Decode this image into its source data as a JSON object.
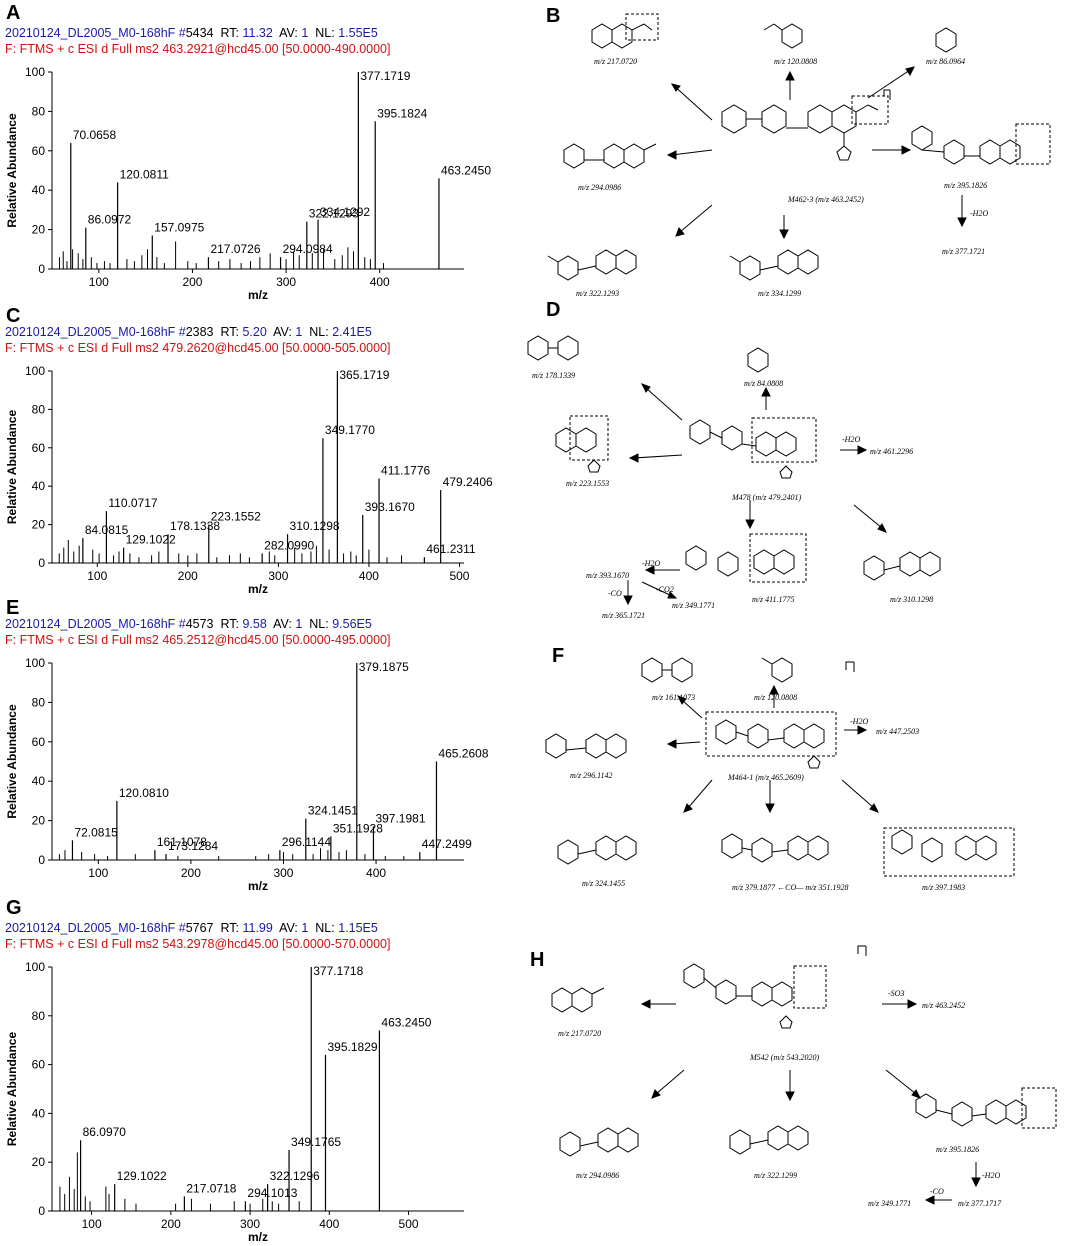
{
  "spectra": [
    {
      "letter": "A",
      "header_id": "20210124_DL2005_M0-168hF #",
      "scan": "5434",
      "rt_label": "RT:",
      "rt": "11.32",
      "av_label": "AV:",
      "av": "1",
      "nl_label": "NL:",
      "nl": "1.55E5",
      "filter": "F: FTMS + c ESI d Full ms2 463.2921@hcd45.00 [50.0000-490.0000]",
      "chart_data": {
        "type": "bar",
        "xlabel": "m/z",
        "ylabel": "Relative Abundance",
        "xlim": [
          50,
          490
        ],
        "ylim": [
          0,
          100
        ],
        "xticks": [
          100,
          200,
          300,
          400
        ],
        "yticks": [
          0,
          20,
          40,
          60,
          80,
          100
        ],
        "labeled_peaks": [
          {
            "mz": 70.0658,
            "y": 64,
            "label": "70.0658"
          },
          {
            "mz": 86.0972,
            "y": 21,
            "label": "86.0972"
          },
          {
            "mz": 120.0811,
            "y": 44,
            "label": "120.0811"
          },
          {
            "mz": 157.0975,
            "y": 17,
            "label": "157.0975"
          },
          {
            "mz": 217.0726,
            "y": 6,
            "label": "217.0726"
          },
          {
            "mz": 294.0984,
            "y": 6,
            "label": "294.0984"
          },
          {
            "mz": 322.1293,
            "y": 24,
            "label": "322.1293"
          },
          {
            "mz": 334.1292,
            "y": 25,
            "label": "334.1292"
          },
          {
            "mz": 377.1719,
            "y": 100,
            "label": "377.1719"
          },
          {
            "mz": 395.1824,
            "y": 75,
            "label": "395.1824"
          },
          {
            "mz": 463.245,
            "y": 46,
            "label": "463.2450"
          }
        ],
        "minor_peaks": [
          [
            58,
            6
          ],
          [
            62,
            9
          ],
          [
            66,
            4
          ],
          [
            72,
            10
          ],
          [
            78,
            8
          ],
          [
            83,
            5
          ],
          [
            92,
            6
          ],
          [
            98,
            3
          ],
          [
            106,
            4
          ],
          [
            112,
            3
          ],
          [
            130,
            5
          ],
          [
            138,
            4
          ],
          [
            146,
            7
          ],
          [
            152,
            10
          ],
          [
            162,
            6
          ],
          [
            170,
            3
          ],
          [
            182,
            14
          ],
          [
            195,
            4
          ],
          [
            204,
            3
          ],
          [
            228,
            4
          ],
          [
            240,
            5
          ],
          [
            252,
            3
          ],
          [
            262,
            4
          ],
          [
            272,
            6
          ],
          [
            283,
            8
          ],
          [
            300,
            5
          ],
          [
            308,
            9
          ],
          [
            314,
            7
          ],
          [
            328,
            8
          ],
          [
            340,
            10
          ],
          [
            352,
            5
          ],
          [
            360,
            7
          ],
          [
            366,
            11
          ],
          [
            372,
            9
          ],
          [
            384,
            6
          ],
          [
            390,
            5
          ],
          [
            404,
            3
          ]
        ]
      }
    },
    {
      "letter": "C",
      "header_id": "20210124_DL2005_M0-168hF #",
      "scan": "2383",
      "rt_label": "RT:",
      "rt": "5.20",
      "av_label": "AV:",
      "av": "1",
      "nl_label": "NL:",
      "nl": "2.41E5",
      "filter": "F: FTMS + c ESI d Full ms2 479.2620@hcd45.00 [50.0000-505.0000]",
      "chart_data": {
        "type": "bar",
        "xlabel": "m/z",
        "ylabel": "Relative Abundance",
        "xlim": [
          50,
          505
        ],
        "ylim": [
          0,
          100
        ],
        "xticks": [
          100,
          200,
          300,
          400,
          500
        ],
        "yticks": [
          0,
          20,
          40,
          60,
          80,
          100
        ],
        "labeled_peaks": [
          {
            "mz": 84.0815,
            "y": 13,
            "label": "84.0815"
          },
          {
            "mz": 110.0717,
            "y": 27,
            "label": "110.0717"
          },
          {
            "mz": 129.1022,
            "y": 8,
            "label": "129.1022"
          },
          {
            "mz": 178.1338,
            "y": 15,
            "label": "178.1338"
          },
          {
            "mz": 223.1552,
            "y": 20,
            "label": "223.1552"
          },
          {
            "mz": 282.099,
            "y": 5,
            "label": "282.0990"
          },
          {
            "mz": 310.1298,
            "y": 15,
            "label": "310.1298"
          },
          {
            "mz": 349.177,
            "y": 65,
            "label": "349.1770"
          },
          {
            "mz": 365.1719,
            "y": 100,
            "label": "365.1719"
          },
          {
            "mz": 393.167,
            "y": 25,
            "label": "393.1670"
          },
          {
            "mz": 411.1776,
            "y": 44,
            "label": "411.1776"
          },
          {
            "mz": 461.2311,
            "y": 3,
            "label": "461.2311"
          },
          {
            "mz": 479.2406,
            "y": 38,
            "label": "479.2406"
          }
        ],
        "minor_peaks": [
          [
            58,
            5
          ],
          [
            63,
            8
          ],
          [
            68,
            12
          ],
          [
            74,
            6
          ],
          [
            80,
            9
          ],
          [
            95,
            7
          ],
          [
            102,
            5
          ],
          [
            118,
            4
          ],
          [
            124,
            6
          ],
          [
            136,
            5
          ],
          [
            146,
            3
          ],
          [
            160,
            4
          ],
          [
            168,
            6
          ],
          [
            190,
            5
          ],
          [
            200,
            4
          ],
          [
            210,
            5
          ],
          [
            232,
            3
          ],
          [
            246,
            4
          ],
          [
            258,
            5
          ],
          [
            268,
            3
          ],
          [
            290,
            6
          ],
          [
            296,
            4
          ],
          [
            318,
            8
          ],
          [
            326,
            5
          ],
          [
            336,
            6
          ],
          [
            342,
            9
          ],
          [
            356,
            7
          ],
          [
            372,
            5
          ],
          [
            380,
            6
          ],
          [
            386,
            4
          ],
          [
            400,
            7
          ],
          [
            420,
            3
          ],
          [
            436,
            4
          ]
        ]
      }
    },
    {
      "letter": "E",
      "header_id": "20210124_DL2005_M0-168hF #",
      "scan": "4573",
      "rt_label": "RT:",
      "rt": "9.58",
      "av_label": "AV:",
      "av": "1",
      "nl_label": "NL:",
      "nl": "9.56E5",
      "filter": "F: FTMS + c ESI d Full ms2 465.2512@hcd45.00 [50.0000-495.0000]",
      "chart_data": {
        "type": "bar",
        "xlabel": "m/z",
        "ylabel": "Relative Abundance",
        "xlim": [
          50,
          495
        ],
        "ylim": [
          0,
          100
        ],
        "xticks": [
          100,
          200,
          300,
          400
        ],
        "yticks": [
          0,
          20,
          40,
          60,
          80,
          100
        ],
        "labeled_peaks": [
          {
            "mz": 72.0815,
            "y": 10,
            "label": "72.0815"
          },
          {
            "mz": 120.081,
            "y": 30,
            "label": "120.0810"
          },
          {
            "mz": 161.1078,
            "y": 5,
            "label": "161.1078"
          },
          {
            "mz": 173.1284,
            "y": 3,
            "label": "173.1284"
          },
          {
            "mz": 296.1144,
            "y": 5,
            "label": "296.1144"
          },
          {
            "mz": 324.1451,
            "y": 21,
            "label": "324.1451"
          },
          {
            "mz": 351.1928,
            "y": 12,
            "label": "351.1928"
          },
          {
            "mz": 379.1875,
            "y": 100,
            "label": "379.1875"
          },
          {
            "mz": 397.1981,
            "y": 17,
            "label": "397.1981"
          },
          {
            "mz": 447.2499,
            "y": 4,
            "label": "447.2499"
          },
          {
            "mz": 465.2608,
            "y": 50,
            "label": "465.2608"
          }
        ],
        "minor_peaks": [
          [
            58,
            3
          ],
          [
            64,
            5
          ],
          [
            82,
            4
          ],
          [
            96,
            3
          ],
          [
            110,
            2
          ],
          [
            140,
            3
          ],
          [
            186,
            2
          ],
          [
            230,
            2
          ],
          [
            270,
            2
          ],
          [
            284,
            3
          ],
          [
            300,
            4
          ],
          [
            310,
            3
          ],
          [
            332,
            3
          ],
          [
            340,
            6
          ],
          [
            348,
            5
          ],
          [
            360,
            4
          ],
          [
            368,
            5
          ],
          [
            388,
            3
          ],
          [
            410,
            2
          ],
          [
            430,
            2
          ]
        ]
      }
    },
    {
      "letter": "G",
      "header_id": "20210124_DL2005_M0-168hF #",
      "scan": "5767",
      "rt_label": "RT:",
      "rt": "11.99",
      "av_label": "AV:",
      "av": "1",
      "nl_label": "NL:",
      "nl": "1.15E5",
      "filter": "F: FTMS + c ESI d Full ms2 543.2978@hcd45.00 [50.0000-570.0000]",
      "chart_data": {
        "type": "bar",
        "xlabel": "m/z",
        "ylabel": "Relative Abundance",
        "xlim": [
          50,
          570
        ],
        "ylim": [
          0,
          100
        ],
        "xticks": [
          100,
          200,
          300,
          400,
          500
        ],
        "yticks": [
          0,
          20,
          40,
          60,
          80,
          100
        ],
        "labeled_peaks": [
          {
            "mz": 86.097,
            "y": 29,
            "label": "86.0970"
          },
          {
            "mz": 129.1022,
            "y": 11,
            "label": "129.1022"
          },
          {
            "mz": 217.0718,
            "y": 6,
            "label": "217.0718"
          },
          {
            "mz": 294.1013,
            "y": 4,
            "label": "294.1013"
          },
          {
            "mz": 322.1296,
            "y": 11,
            "label": "322.1296"
          },
          {
            "mz": 349.1765,
            "y": 25,
            "label": "349.1765"
          },
          {
            "mz": 377.1718,
            "y": 100,
            "label": "377.1718"
          },
          {
            "mz": 395.1829,
            "y": 64,
            "label": "395.1829"
          },
          {
            "mz": 463.245,
            "y": 74,
            "label": "463.2450"
          }
        ],
        "minor_peaks": [
          [
            60,
            10
          ],
          [
            66,
            7
          ],
          [
            72,
            14
          ],
          [
            78,
            9
          ],
          [
            82,
            24
          ],
          [
            92,
            6
          ],
          [
            98,
            4
          ],
          [
            118,
            10
          ],
          [
            122,
            7
          ],
          [
            142,
            5
          ],
          [
            156,
            3
          ],
          [
            206,
            3
          ],
          [
            226,
            5
          ],
          [
            250,
            3
          ],
          [
            280,
            4
          ],
          [
            300,
            3
          ],
          [
            316,
            5
          ],
          [
            328,
            4
          ],
          [
            336,
            3
          ],
          [
            362,
            4
          ]
        ]
      }
    }
  ],
  "schemes": [
    {
      "letter": "B",
      "center": "M462-3 (m/z 463.2452)",
      "labels": [
        "m/z 217.0720",
        "m/z 120.0808",
        "m/z 86.0964",
        "m/z 294.0986",
        "m/z 395.1826",
        "m/z 377.1721",
        "m/z 322.1293",
        "m/z 334.1299",
        "-H2O"
      ]
    },
    {
      "letter": "D",
      "center": "M478 (m/z 479.2401)",
      "labels": [
        "m/z 178.1339",
        "m/z 84.0808",
        "m/z 223.1553",
        "m/z 461.2296",
        "-H2O",
        "m/z 393.1670",
        "-H2O",
        "-CO",
        "-CO2",
        "m/z 365.1721",
        "m/z 349.1771",
        "m/z 411.1775",
        "m/z 310.1298"
      ]
    },
    {
      "letter": "F",
      "center": "M464-1 (m/z 465.2609)",
      "labels": [
        "m/z 161.1073",
        "m/z 120.0808",
        "-H2O",
        "m/z 447.2503",
        "m/z 296.1142",
        "m/z 324.1455",
        "m/z 379.1877 ←CO— m/z 351.1928",
        "m/z 397.1983"
      ]
    },
    {
      "letter": "H",
      "center": "M542 (m/z 543.2020)",
      "labels": [
        "m/z 217.0720",
        "-SO3",
        "m/z 463.2452",
        "m/z 294.0986",
        "m/z 322.1299",
        "m/z 395.1826",
        "-H2O",
        "-CO",
        "m/z 377.1717",
        "m/z 349.1771"
      ]
    }
  ]
}
